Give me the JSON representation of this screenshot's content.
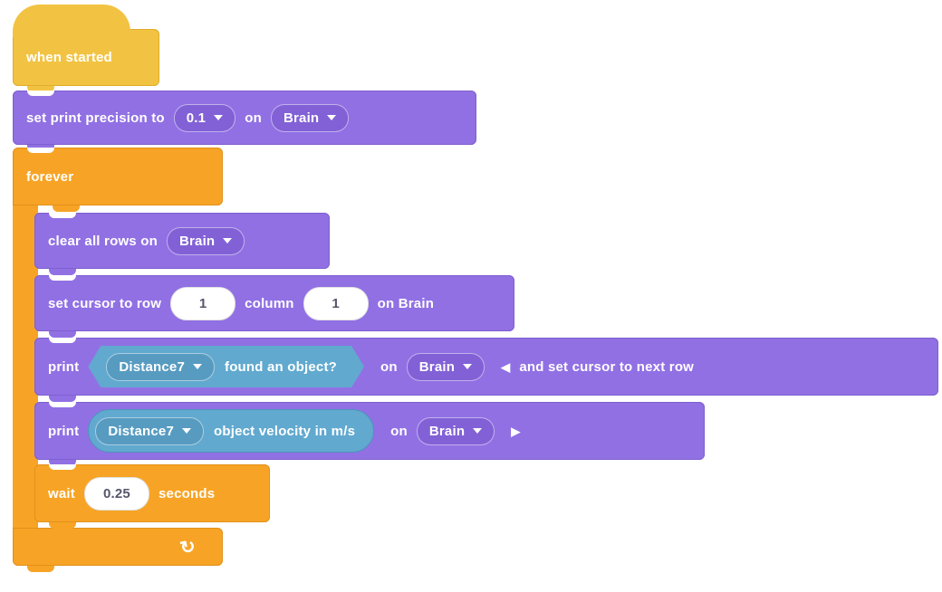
{
  "palette": {
    "hat_fill": "#F2C342",
    "hat_border": "#DFAE2C",
    "control_fill": "#F7A426",
    "control_border": "#E2911A",
    "print_fill": "#9170E4",
    "print_border": "#7E5FD0",
    "print_field": "#8261D6",
    "sensing_fill": "#61A9CF",
    "sensing_border": "#4D93BC",
    "sensing_field": "#579BC1"
  },
  "icons": {
    "collapse": "◀",
    "expand": "▶",
    "loop": "↻"
  },
  "blocks": {
    "when_started": {
      "label": "when started"
    },
    "set_print_precision": {
      "text_before": "set print precision to",
      "precision": {
        "value": "0.1"
      },
      "text_on": "on",
      "device": {
        "value": "Brain"
      }
    },
    "forever": {
      "label": "forever"
    },
    "clear_all_rows": {
      "text_before": "clear all rows on",
      "device": {
        "value": "Brain"
      }
    },
    "set_cursor": {
      "text_row": "set cursor to row",
      "row": "1",
      "text_column": "column",
      "column": "1",
      "text_on": "on Brain"
    },
    "print_found_object": {
      "text_print": "print",
      "sensor": {
        "value": "Distance7",
        "label": "found an object?"
      },
      "text_on": "on",
      "device": {
        "value": "Brain"
      },
      "text_suffix": "and set cursor to next row"
    },
    "print_velocity": {
      "text_print": "print",
      "sensor": {
        "value": "Distance7",
        "label": "object velocity in m/s"
      },
      "text_on": "on",
      "device": {
        "value": "Brain"
      }
    },
    "wait": {
      "text_wait": "wait",
      "seconds": "0.25",
      "text_seconds": "seconds"
    }
  }
}
